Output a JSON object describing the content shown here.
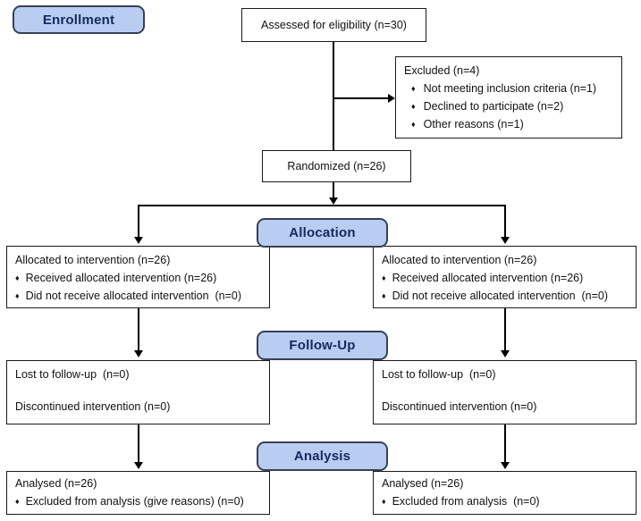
{
  "diagram": {
    "bullet_glyph": "♦",
    "colors": {
      "stage_fill": "#b9cdf2",
      "stage_border": "#3a3f55",
      "stage_text": "#152a5e",
      "box_border": "#1a1a1a",
      "background": "#ffffff"
    },
    "stages": {
      "enrollment": "Enrollment",
      "allocation": "Allocation",
      "followup": "Follow-Up",
      "analysis": "Analysis"
    },
    "boxes": {
      "assessed": {
        "text": "Assessed for eligibility (n=30)"
      },
      "excluded": {
        "title": "Excluded (n=4)",
        "bullets": [
          "Not meeting inclusion criteria (n=1)",
          "Declined to participate (n=2)",
          "Other reasons (n=1)"
        ]
      },
      "randomized": {
        "text": "Randomized (n=26)"
      },
      "alloc_left": {
        "title": "Allocated to intervention (n=26)",
        "bullets": [
          "Received allocated intervention (n=26)",
          "Did not receive allocated intervention  (n=0)"
        ]
      },
      "alloc_right": {
        "title": "Allocated to intervention (n=26)",
        "bullets": [
          "Received allocated intervention (n=26)",
          "Did not receive allocated intervention  (n=0)"
        ]
      },
      "followup_left": {
        "lines": [
          "Lost to follow-up  (n=0)",
          "Discontinued intervention (n=0)"
        ]
      },
      "followup_right": {
        "lines": [
          "Lost to follow-up  (n=0)",
          "Discontinued intervention (n=0)"
        ]
      },
      "analysis_left": {
        "title": "Analysed (n=26)",
        "bullets": [
          "Excluded from analysis (give reasons) (n=0)"
        ]
      },
      "analysis_right": {
        "title": "Analysed (n=26)",
        "bullets": [
          "Excluded from analysis  (n=0)"
        ]
      }
    }
  }
}
